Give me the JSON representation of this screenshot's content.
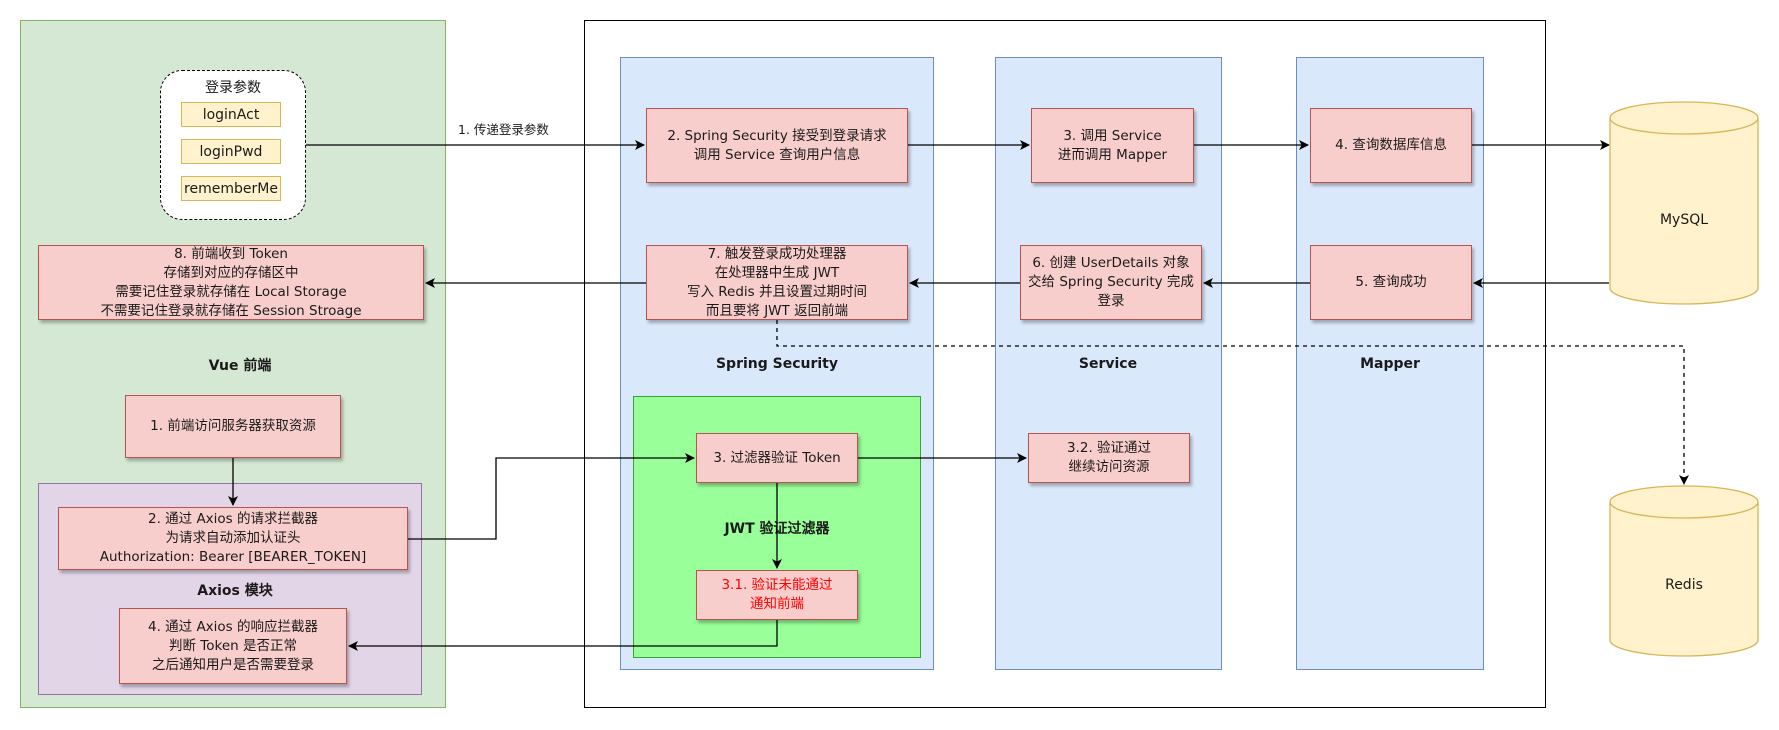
{
  "regions": {
    "vue": "Vue 前端",
    "axios": "Axios 模块",
    "spring_security": "Spring Security",
    "service": "Service",
    "mapper": "Mapper",
    "jwt_filter": "JWT 验证过滤器"
  },
  "login_params": {
    "title": "登录参数",
    "items": [
      "loginAct",
      "loginPwd",
      "rememberMe"
    ]
  },
  "login_flow": {
    "edge_label": "1. 传递登录参数",
    "spring_receive": [
      "2. Spring Security 接受到登录请求",
      "调用 Service 查询用户信息"
    ],
    "service_call": [
      "3. 调用 Service",
      "进而调用 Mapper"
    ],
    "mapper_query": [
      "4. 查询数据库信息"
    ],
    "mapper_success": [
      "5. 查询成功"
    ],
    "service_create": [
      "6. 创建 UserDetails 对象",
      "交给 Spring Security 完成",
      "登录"
    ],
    "spring_success": [
      "7. 触发登录成功处理器",
      "在处理器中生成 JWT",
      "写入 Redis 并且设置过期时间",
      "而且要将 JWT 返回前端"
    ],
    "frontend_store": [
      "8. 前端收到 Token",
      "存储到对应的存储区中",
      "需要记住登录就存储在 Local Storage",
      "不需要记住登录就存储在 Session Stroage"
    ]
  },
  "access_flow": {
    "frontend_access": [
      "1. 前端访问服务器获取资源"
    ],
    "axios_request": [
      "2. 通过 Axios 的请求拦截器",
      "为请求自动添加认证头",
      "Authorization: Bearer [BEARER_TOKEN]"
    ],
    "filter_verify": [
      "3. 过滤器验证 Token"
    ],
    "verify_pass": [
      "3.2. 验证通过",
      "继续访问资源"
    ],
    "verify_fail": [
      "3.1. 验证未能通过",
      "通知前端"
    ],
    "axios_response": [
      "4. 通过 Axios 的响应拦截器",
      "判断 Token 是否正常",
      "之后通知用户是否需要登录"
    ]
  },
  "databases": {
    "mysql": "MySQL",
    "redis": "Redis"
  },
  "colors": {
    "vue_fill": "#d5e8d4",
    "axios_fill": "#e1d5e7",
    "column_fill": "#dae8fc",
    "jwt_fill": "#99ff99",
    "box_fill": "#f8cecc",
    "param_fill": "#fff2cc",
    "db_fill": "#fff2cc",
    "fail_text": "#ff0000"
  }
}
